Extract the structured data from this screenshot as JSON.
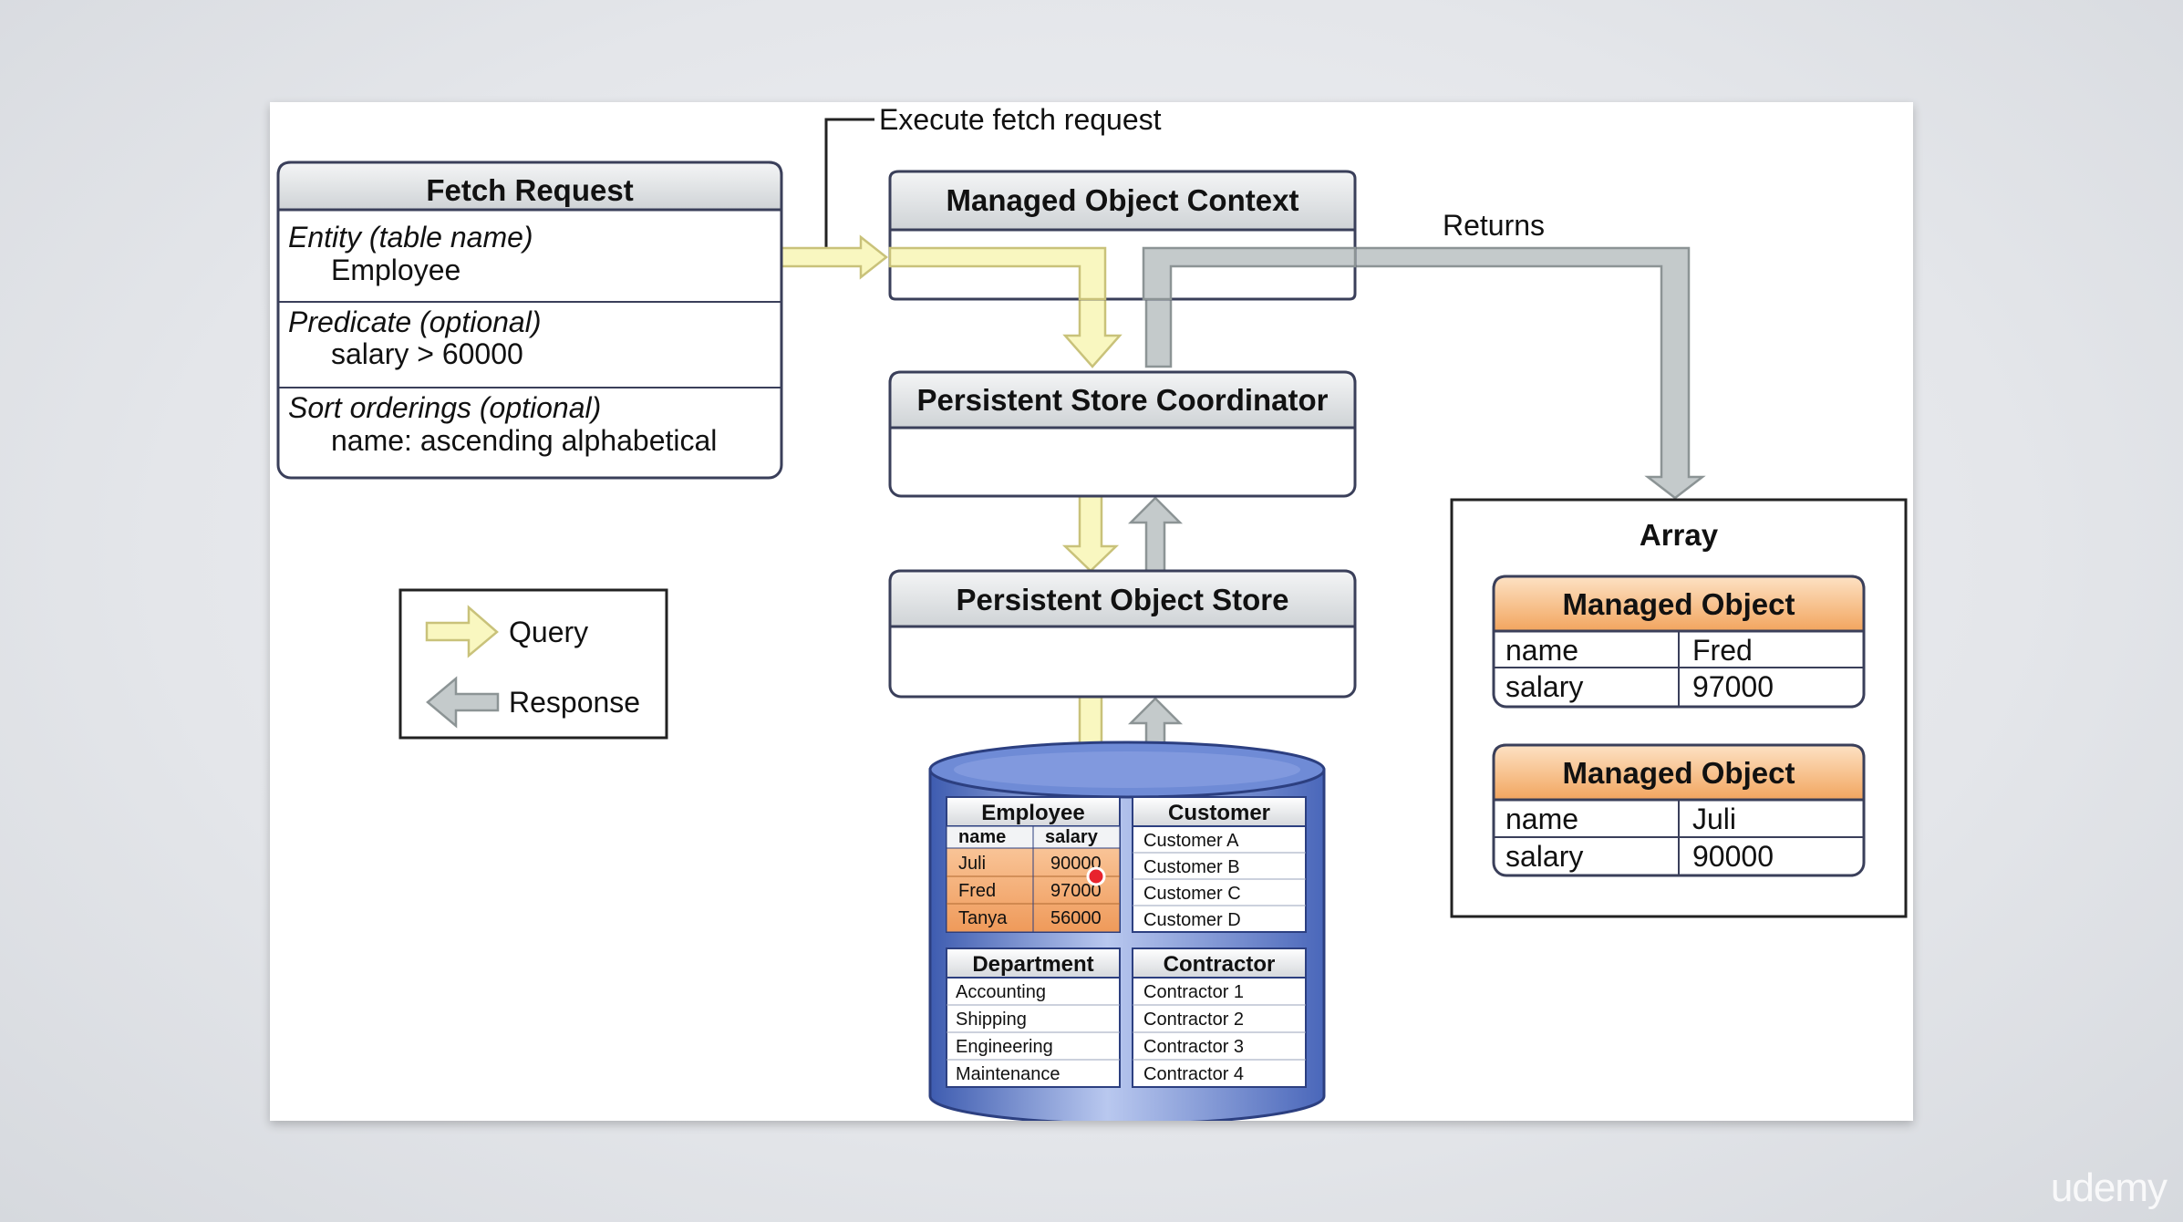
{
  "diagram": {
    "execute_label": "Execute fetch request",
    "returns_label": "Returns",
    "fetch_request": {
      "title": "Fetch Request",
      "entity_label": "Entity (table name)",
      "entity_value": "Employee",
      "predicate_label": "Predicate (optional)",
      "predicate_value": "salary > 60000",
      "sort_label": "Sort orderings (optional)",
      "sort_value": "name: ascending alphabetical"
    },
    "moc": {
      "title": "Managed Object Context"
    },
    "psc": {
      "title": "Persistent Store Coordinator"
    },
    "pos": {
      "title": "Persistent Object Store"
    },
    "legend": {
      "query": "Query",
      "response": "Response"
    },
    "array": {
      "title": "Array",
      "objects": [
        {
          "title": "Managed Object",
          "rows": [
            [
              "name",
              "Fred"
            ],
            [
              "salary",
              "97000"
            ]
          ]
        },
        {
          "title": "Managed Object",
          "rows": [
            [
              "name",
              "Juli"
            ],
            [
              "salary",
              "90000"
            ]
          ]
        }
      ]
    },
    "database": {
      "employee": {
        "title": "Employee",
        "headers": [
          "name",
          "salary"
        ],
        "rows": [
          [
            "Juli",
            "90000"
          ],
          [
            "Fred",
            "97000"
          ],
          [
            "Tanya",
            "56000"
          ]
        ]
      },
      "customer": {
        "title": "Customer",
        "rows": [
          "Customer A",
          "Customer B",
          "Customer C",
          "Customer D"
        ]
      },
      "department": {
        "title": "Department",
        "rows": [
          "Accounting",
          "Shipping",
          "Engineering",
          "Maintenance"
        ]
      },
      "contractor": {
        "title": "Contractor",
        "rows": [
          "Contractor 1",
          "Contractor 2",
          "Contractor 3",
          "Contractor 4"
        ]
      }
    },
    "colors": {
      "query_fill": "#f9f7c0",
      "query_stroke": "#c9c27a",
      "response_fill": "#c4cacb",
      "response_stroke": "#8c9495",
      "header_gray": "#dcdfe1",
      "box_stroke": "#3a3f5a",
      "orange": "#f2a55f",
      "db_blue": "#5a78c8"
    }
  },
  "watermark": "udemy"
}
